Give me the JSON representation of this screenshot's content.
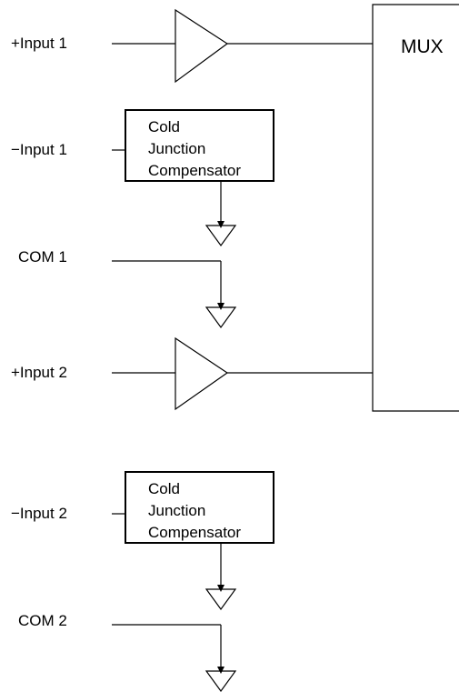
{
  "mux": {
    "label": "MUX"
  },
  "inputs": {
    "plus_input_1": "+Input 1",
    "minus_input_1": "−Input 1",
    "com_1": "COM 1",
    "plus_input_2": "+Input 2",
    "minus_input_2": "−Input 2",
    "com_2": "COM 2"
  },
  "compensators": [
    {
      "lines": [
        "Cold",
        "Junction",
        "Compensator"
      ]
    },
    {
      "lines": [
        "Cold",
        "Junction",
        "Compensator"
      ]
    }
  ]
}
